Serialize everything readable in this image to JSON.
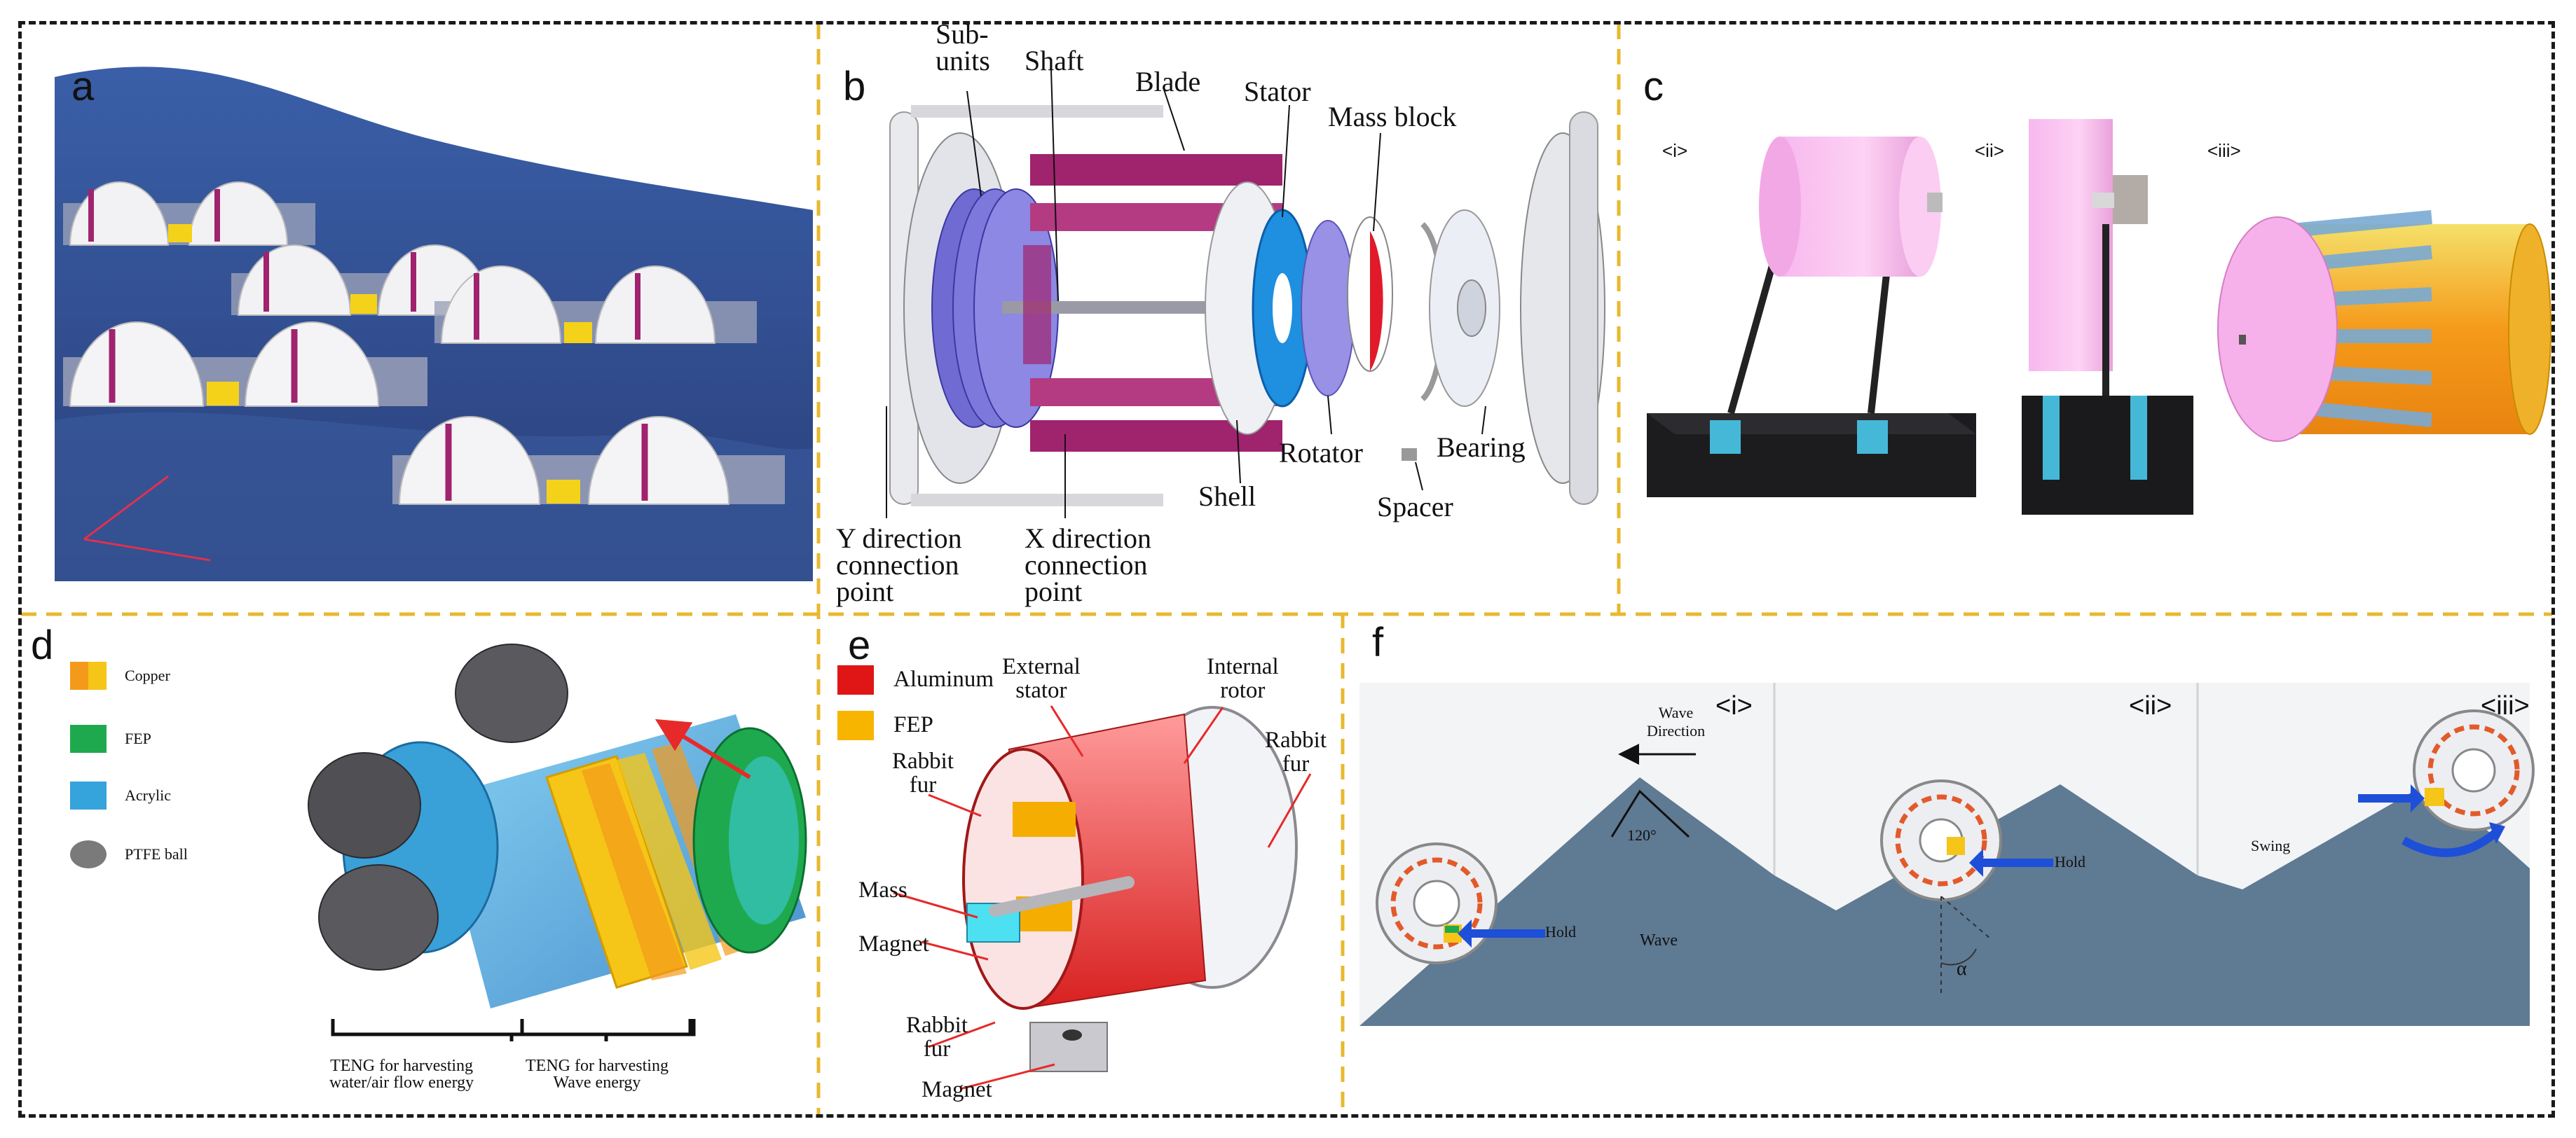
{
  "colors": {
    "outer_border": "#1a1a1a",
    "panel_divider": "#e8b830",
    "sea": "#2f4a8c",
    "magenta": "#a0236e",
    "copper": "#f5c518",
    "fep_green": "#1fa94f",
    "acrylic": "#35a3dc",
    "ptfe": "#7a7a7a",
    "aluminum_red": "#e01515",
    "fep_orange": "#f7b500",
    "slope": "#607a94",
    "arrow_blue": "#1e4fd8",
    "arrow_red": "#e62a2a"
  },
  "panels": {
    "a": {
      "letter": "a"
    },
    "b": {
      "letter": "b",
      "labels": {
        "subunits": "Sub-\nunits",
        "shaft": "Shaft",
        "blade": "Blade",
        "stator": "Stator",
        "mass_block": "Mass block",
        "rotator": "Rotator",
        "bearing": "Bearing",
        "shell": "Shell",
        "spacer": "Spacer",
        "y_conn": "Y direction\nconnection\npoint",
        "x_conn": "X direction\nconnection\npoint"
      }
    },
    "c": {
      "letter": "c",
      "subs": [
        "<i>",
        "<ii>",
        "<iii>"
      ]
    },
    "d": {
      "letter": "d",
      "legend": [
        {
          "label": "Copper",
          "icon": "copper-swatch"
        },
        {
          "label": "FEP",
          "icon": "fep-swatch"
        },
        {
          "label": "Acrylic",
          "icon": "acrylic-swatch"
        },
        {
          "label": "PTFE ball",
          "icon": "ptfe-ball-icon"
        }
      ],
      "brace_left": "TENG for harvesting\nwater/air flow energy",
      "brace_right": "TENG for harvesting\nWave energy"
    },
    "e": {
      "letter": "e",
      "legend": [
        {
          "label": "Aluminum",
          "icon": "aluminum-swatch"
        },
        {
          "label": "FEP",
          "icon": "fep-swatch"
        }
      ],
      "labels": {
        "external_stator": "External\nstator",
        "internal_rotor": "Internal\nrotor",
        "rabbit_fur_1": "Rabbit\nfur",
        "rabbit_fur_2": "Rabbit\nfur",
        "rabbit_fur_3": "Rabbit\nfur",
        "mass": "Mass",
        "magnet_1": "Magnet",
        "magnet_2": "Magnet"
      }
    },
    "f": {
      "letter": "f",
      "subs": [
        "<i>",
        "<ii>",
        "<iii>"
      ],
      "wave_direction": "Wave\nDirection",
      "angle": "120°",
      "wave": "Wave",
      "hold_1": "Hold",
      "hold_2": "Hold",
      "alpha": "α",
      "swing": "Swing"
    }
  }
}
